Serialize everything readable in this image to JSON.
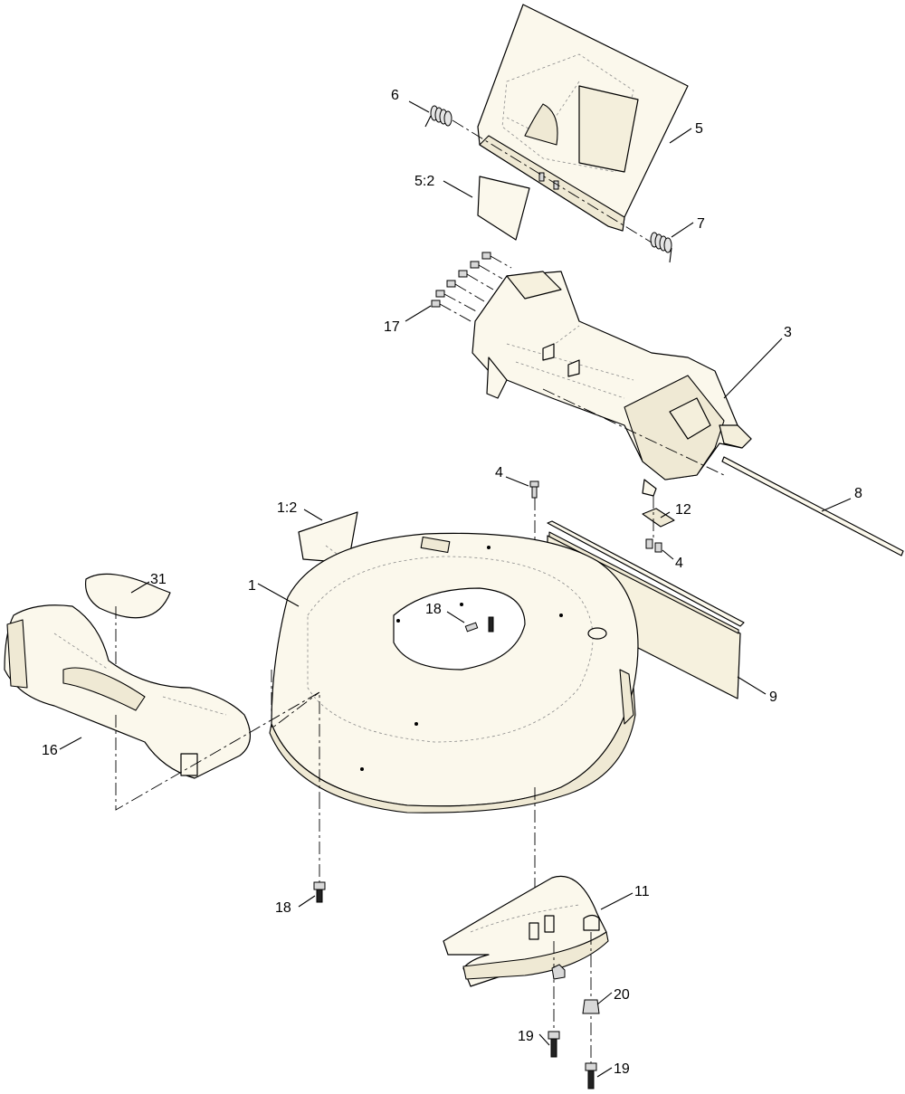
{
  "callouts": [
    {
      "id": "c6",
      "text": "6"
    },
    {
      "id": "c5",
      "text": "5"
    },
    {
      "id": "c5_2",
      "text": "5:2"
    },
    {
      "id": "c7",
      "text": "7"
    },
    {
      "id": "c17",
      "text": "17"
    },
    {
      "id": "c3",
      "text": "3"
    },
    {
      "id": "c4a",
      "text": "4"
    },
    {
      "id": "c8",
      "text": "8"
    },
    {
      "id": "c12",
      "text": "12"
    },
    {
      "id": "c4b",
      "text": "4"
    },
    {
      "id": "c1_2",
      "text": "1:2"
    },
    {
      "id": "c31",
      "text": "31"
    },
    {
      "id": "c1",
      "text": "1"
    },
    {
      "id": "c18a",
      "text": "18"
    },
    {
      "id": "c9",
      "text": "9"
    },
    {
      "id": "c16",
      "text": "16"
    },
    {
      "id": "c18b",
      "text": "18"
    },
    {
      "id": "c11",
      "text": "11"
    },
    {
      "id": "c20",
      "text": "20"
    },
    {
      "id": "c19a",
      "text": "19"
    },
    {
      "id": "c19b",
      "text": "19"
    }
  ]
}
